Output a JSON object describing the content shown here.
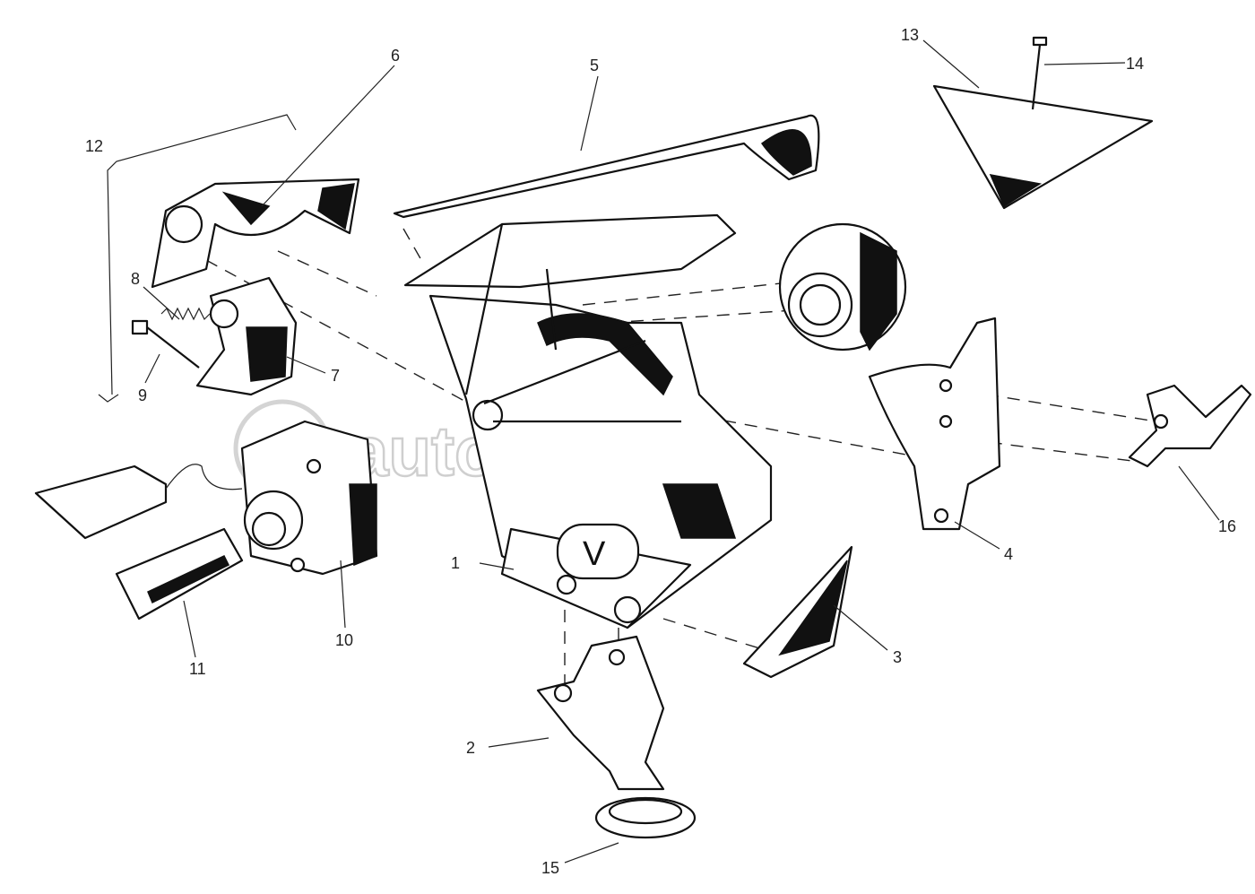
{
  "diagram": {
    "watermark": "autopiter.ru",
    "callouts": [
      {
        "id": "1",
        "label": "1"
      },
      {
        "id": "2",
        "label": "2"
      },
      {
        "id": "3",
        "label": "3"
      },
      {
        "id": "4",
        "label": "4"
      },
      {
        "id": "5",
        "label": "5"
      },
      {
        "id": "6",
        "label": "6"
      },
      {
        "id": "7",
        "label": "7"
      },
      {
        "id": "8",
        "label": "8"
      },
      {
        "id": "9",
        "label": "9"
      },
      {
        "id": "10",
        "label": "10"
      },
      {
        "id": "11",
        "label": "11"
      },
      {
        "id": "12",
        "label": "12"
      },
      {
        "id": "13",
        "label": "13"
      },
      {
        "id": "14",
        "label": "14"
      },
      {
        "id": "15",
        "label": "15"
      },
      {
        "id": "16",
        "label": "16"
      }
    ]
  }
}
